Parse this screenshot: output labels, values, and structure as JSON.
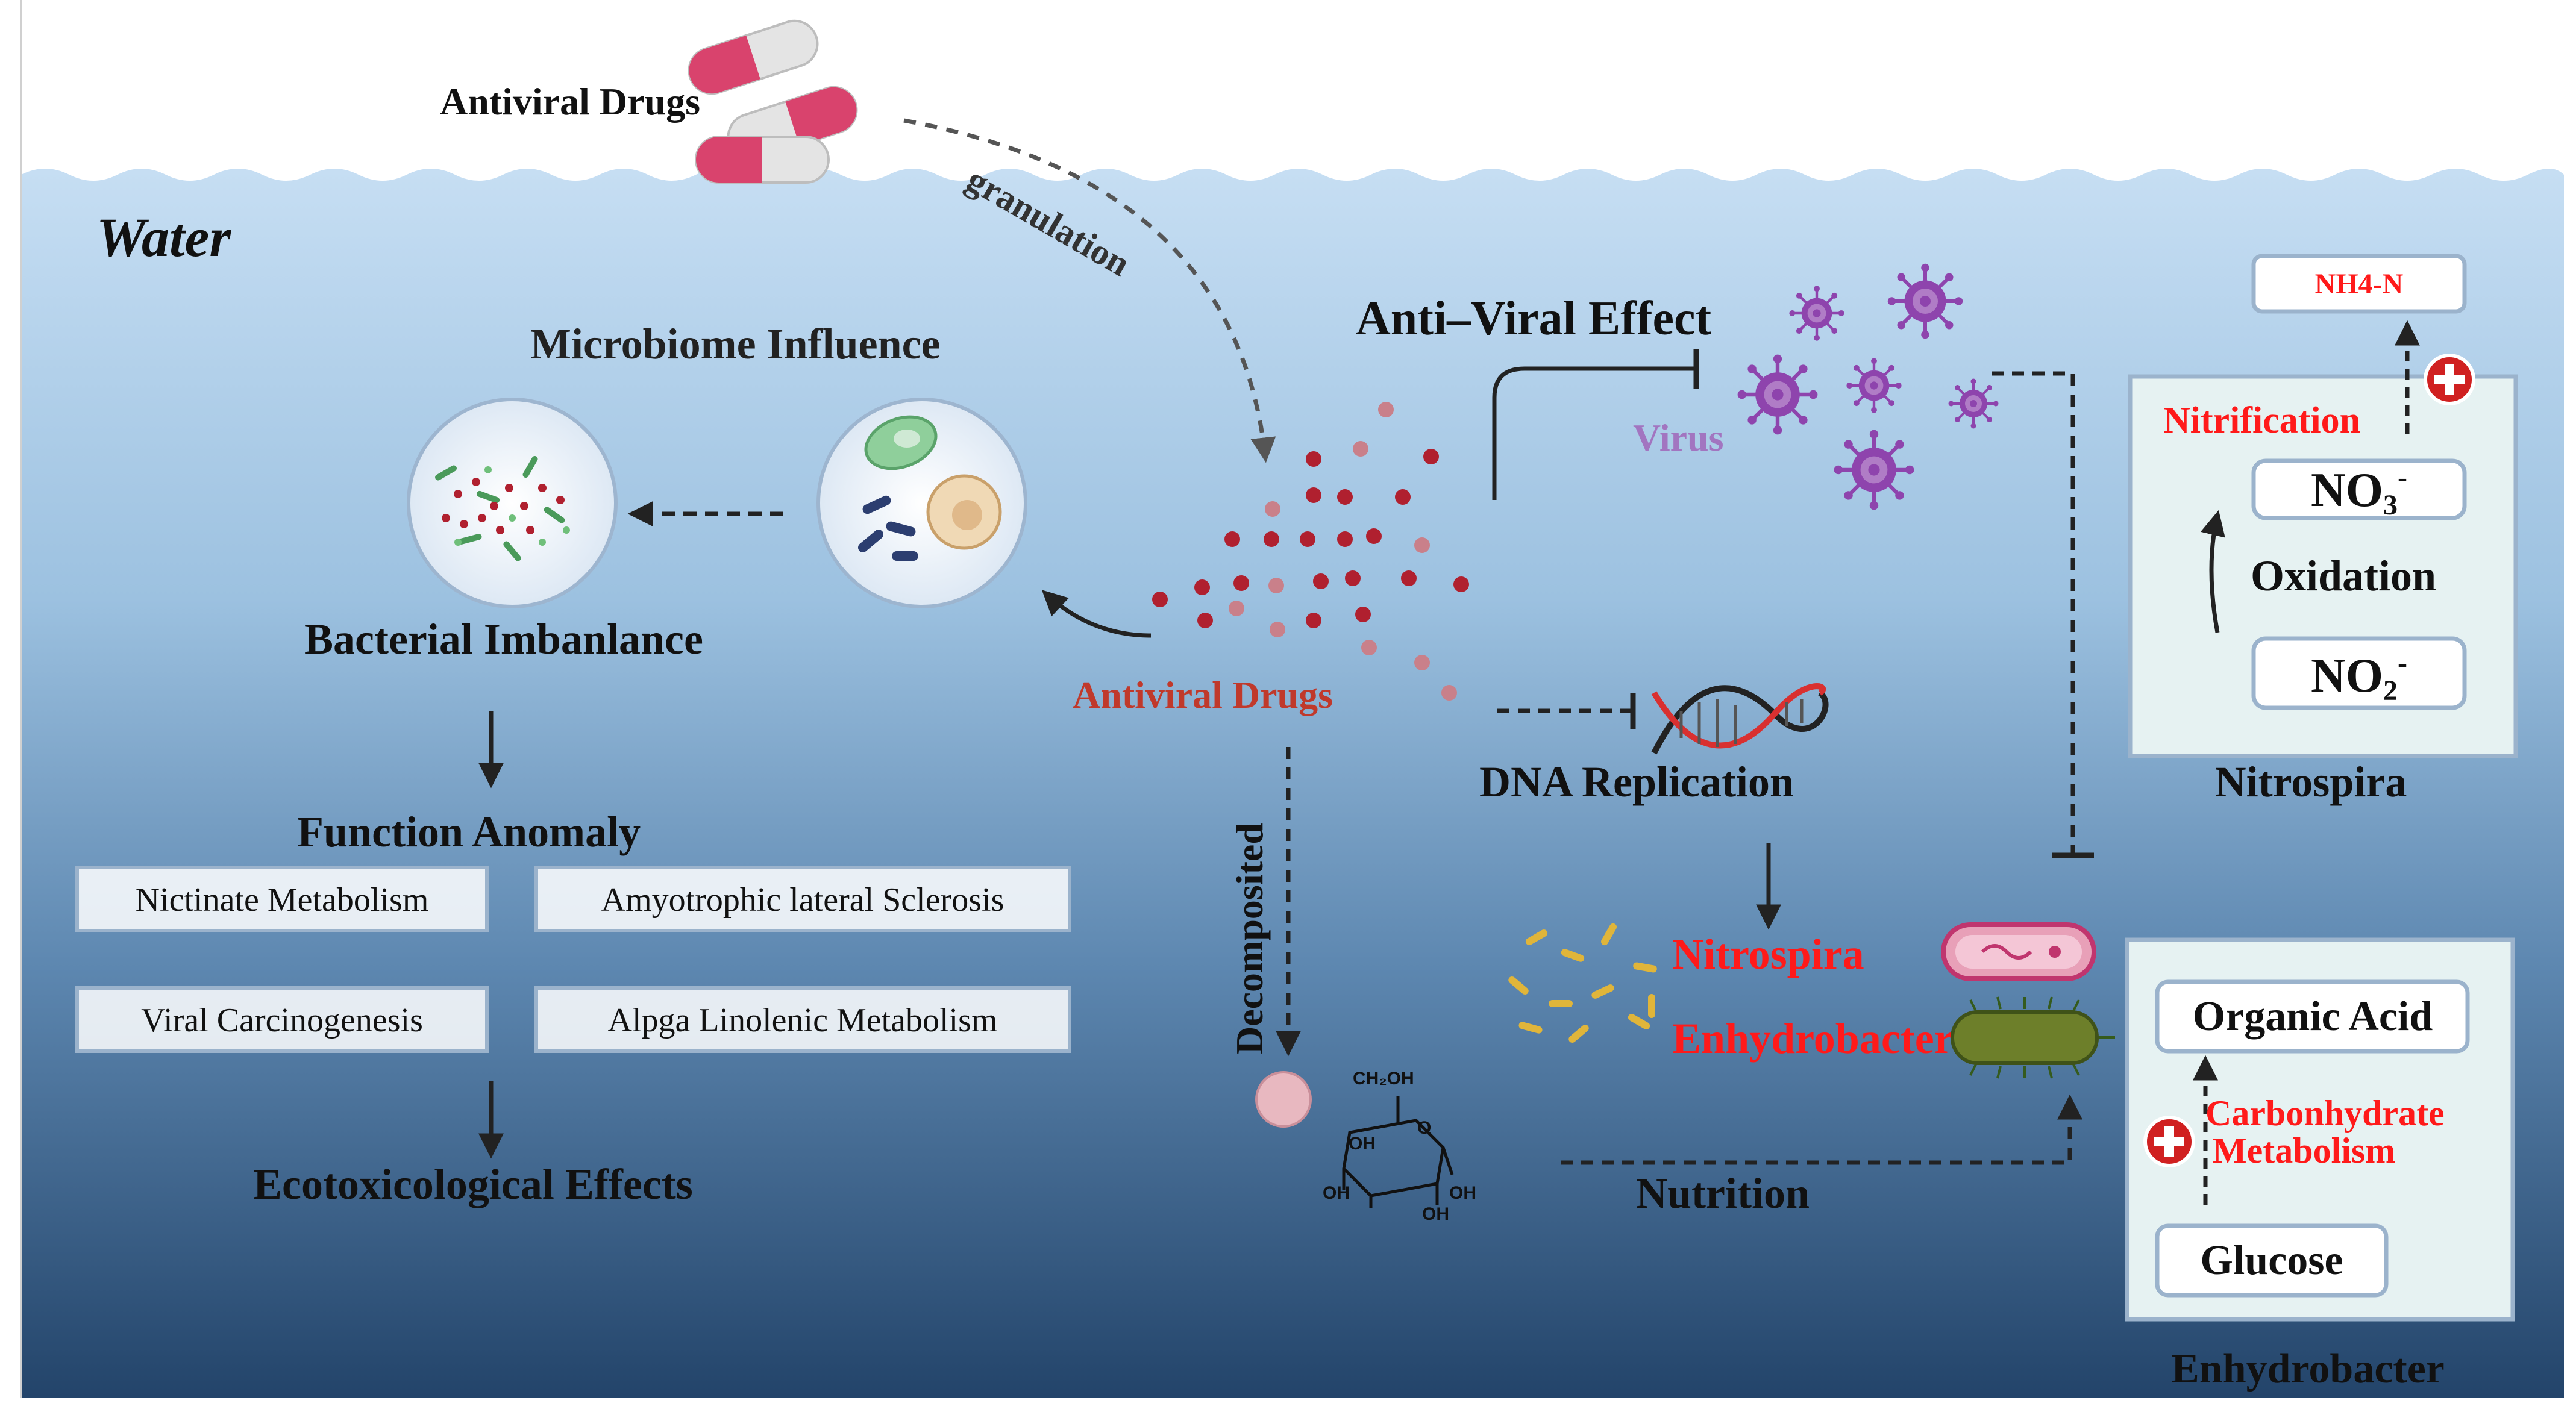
{
  "water_label": "Water",
  "top": {
    "drug_label": "Antiviral Drugs",
    "granulation_label": "granulation"
  },
  "microbiome": {
    "title": "Microbiome  Influence",
    "bacterial_imbalance": "Bacterial Imbanlance",
    "function_anomaly": "Function Anomaly",
    "functions": [
      "Nictinate Metabolism",
      "Amyotrophic lateral Sclerosis",
      "Viral Carcinogenesis",
      "Alpga Linolenic Metabolism"
    ],
    "ecotox": "Ecotoxicological Effects"
  },
  "center": {
    "drugs_label": "Antiviral Drugs",
    "decomposited": "Decomposited",
    "glucose_formula": {
      "ch2oh": "CH₂OH",
      "o": "O",
      "oh": "OH"
    }
  },
  "antiviral": {
    "title": "Anti–Viral Effect",
    "virus_label": "Virus",
    "dna_replication": "DNA Replication",
    "nitrospira": "Nitrospira",
    "enhydrobacter": "Enhydrobacter",
    "nutrition": "Nutrition"
  },
  "nitrospira_box": {
    "nh4": "NH4-N",
    "nitrification": "Nitrification",
    "no3": "NO",
    "no3_sub": "3",
    "no3_sup": "-",
    "oxidation": "Oxidation",
    "no2": "NO",
    "no2_sub": "2",
    "no2_sup": "-",
    "caption": "Nitrospira"
  },
  "enhydro_box": {
    "organic_acid": "Organic Acid",
    "carbohydrate_line1": "Carbonhydrate",
    "carbohydrate_line2": "Metabolism",
    "glucose": "Glucose",
    "caption": "Enhydrobacter"
  },
  "colors": {
    "red_label": "#ff1a1a",
    "drug_red": "#c0392b",
    "virus_purple": "#8e44ad",
    "water_top": "#c6def3",
    "water_bottom": "#23446a"
  }
}
